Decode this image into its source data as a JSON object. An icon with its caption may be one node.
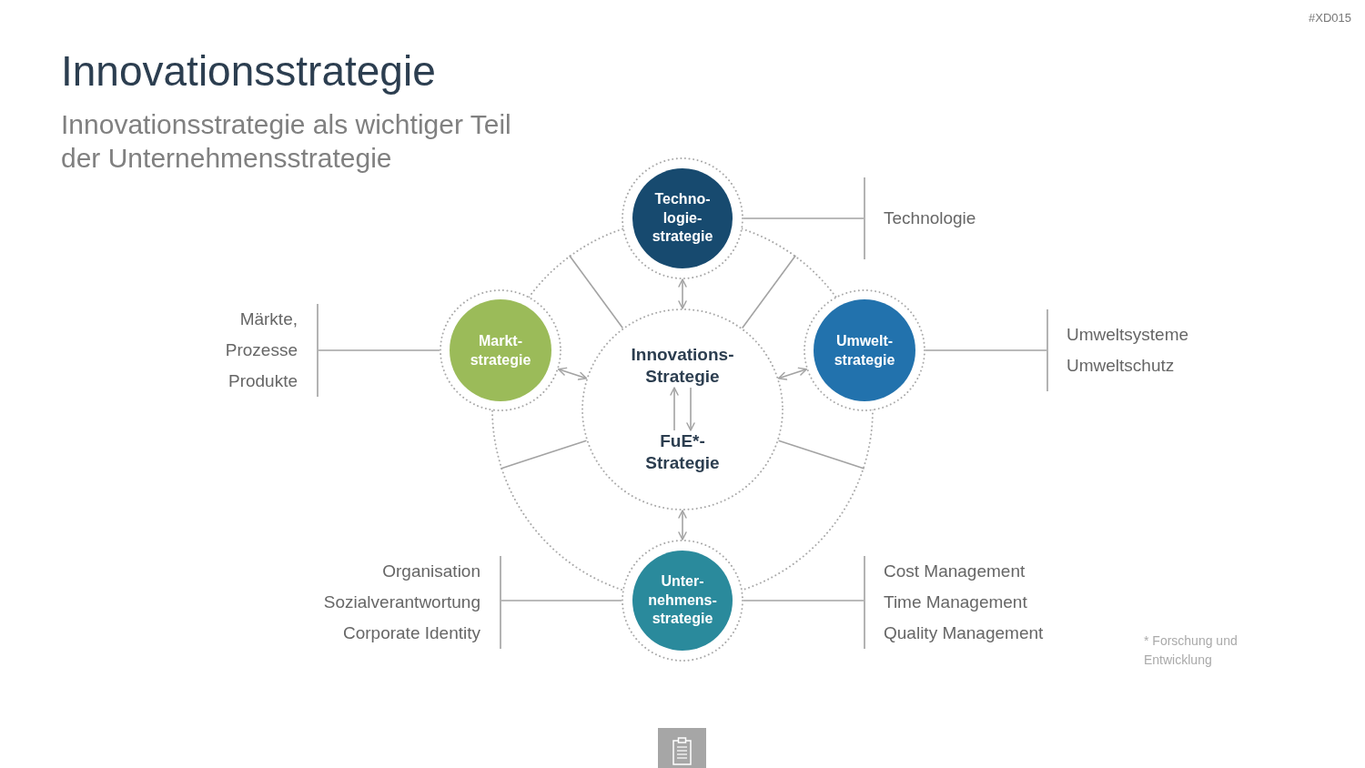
{
  "diagram": {
    "title": "Innovationsstrategie",
    "nodes": [
      {
        "text": [],
        "shape": "circle"
      },
      {
        "text": [],
        "shape": "circle",
        "in": 0
      },
      {
        "text": [
          "Innovations- Strategie"
        ],
        "in": 1
      },
      {
        "text": [
          "FuE*- Strategie"
        ],
        "in": 1
      },
      {
        "text": [
          "Techno- logie- strategie"
        ]
      },
      {
        "text": [
          "Markt- strategie"
        ]
      },
      {
        "text": [
          "Umwelt- strategie"
        ]
      },
      {
        "text": [
          "Unter- nehmens- strategie"
        ]
      },
      {
        "text": [
          "Technologie"
        ]
      },
      {
        "text": [
          "Märkte,",
          "Prozesse",
          "Produkte"
        ]
      },
      {
        "text": [
          "Umweltsysteme",
          "Umweltschutz"
        ]
      },
      {
        "text": [
          "Organisation",
          "Sozialverantwortung",
          "Corporate Identity"
        ]
      },
      {
        "text": [
          "Cost Management",
          "Time Management",
          "Quality Management"
        ]
      }
    ],
    "edges": [
      {
        "from": 4,
        "to": 1,
        "arrow": "both"
      },
      {
        "from": 5,
        "to": 1,
        "arrow": "both"
      },
      {
        "from": 6,
        "to": 1,
        "arrow": "both"
      },
      {
        "from": 7,
        "to": 1,
        "arrow": "both"
      },
      {
        "from": 3,
        "to": 2,
        "arrow": "to"
      },
      {
        "from": 2,
        "to": 3,
        "arrow": "to"
      },
      {
        "from": 1,
        "to": 0,
        "arrow": "none"
      },
      {
        "from": 1,
        "to": 0,
        "arrow": "none"
      },
      {
        "from": 1,
        "to": 0,
        "arrow": "none"
      },
      {
        "from": 1,
        "to": 0,
        "arrow": "none"
      },
      {
        "from": 4,
        "to": 8,
        "arrow": "none"
      },
      {
        "from": 5,
        "to": 9,
        "arrow": "none"
      },
      {
        "from": 6,
        "to": 10,
        "arrow": "none"
      },
      {
        "from": 7,
        "to": 11,
        "arrow": "none"
      },
      {
        "from": 7,
        "to": 12,
        "arrow": "none"
      }
    ],
    "labels": [
      "#XD015",
      "Innovationsstrategie als wichtiger Teil der Unternehmensstrategie",
      "* Forschung und Entwicklung"
    ]
  }
}
